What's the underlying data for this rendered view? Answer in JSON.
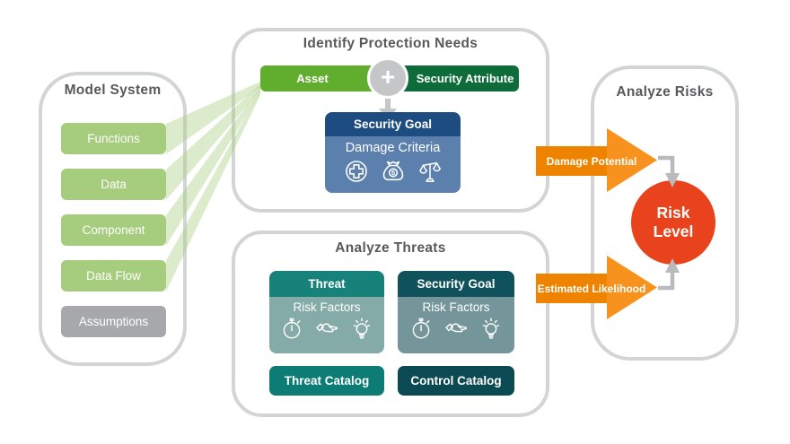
{
  "model_system": {
    "title": "Model System",
    "items": [
      {
        "label": "Functions"
      },
      {
        "label": "Data"
      },
      {
        "label": "Component"
      },
      {
        "label": "Data Flow"
      },
      {
        "label": "Assumptions"
      }
    ]
  },
  "identify_protection_needs": {
    "title": "Identify Protection Needs",
    "asset_label": "Asset",
    "plus_sign": "+",
    "security_attribute_label": "Security Attribute",
    "security_goal": {
      "header": "Security Goal",
      "subheader": "Damage Criteria",
      "icons": [
        "medical-cross-icon",
        "money-bag-icon",
        "justice-scales-icon"
      ]
    }
  },
  "analyze_threats": {
    "title": "Analyze Threats",
    "cards": [
      {
        "header": "Threat",
        "body": "Risk Factors",
        "icons": [
          "stopwatch-icon",
          "hand-icon",
          "lightbulb-icon"
        ]
      },
      {
        "header": "Security Goal",
        "body": "Risk Factors",
        "icons": [
          "stopwatch-icon",
          "hand-icon",
          "lightbulb-icon"
        ]
      }
    ],
    "catalogs": [
      {
        "label": "Threat Catalog"
      },
      {
        "label": "Control Catalog"
      }
    ]
  },
  "analyze_risks": {
    "title": "Analyze Risks",
    "risk_level_line1": "Risk",
    "risk_level_line2": "Level"
  },
  "flow_arrows": [
    {
      "label": "Damage Potential"
    },
    {
      "label": "Estimated Likelihood"
    }
  ],
  "colors": {
    "panel_border": "#d3d4d5",
    "title_text": "#58595b",
    "model_item_green": "#a5cd7d",
    "model_item_gray": "#a6a8ab",
    "asset_green": "#61ad2d",
    "security_attribute_green": "#0e6b3a",
    "security_goal_navy": "#1d4c80",
    "damage_criteria_blue": "#5c80ae",
    "threat_header_teal": "#17827a",
    "threat_body_teal": "#84aba7",
    "goal_header_teal": "#10525b",
    "goal_body_teal": "#74969b",
    "threat_catalog_teal": "#0d7c74",
    "control_catalog_teal": "#0b4a52",
    "arrow_orange_dark": "#ee8300",
    "arrow_orange_light": "#f6921d",
    "risk_level_red": "#e8431c",
    "connector_gray": "#b9babc",
    "beam_green": "#a9cf82"
  }
}
